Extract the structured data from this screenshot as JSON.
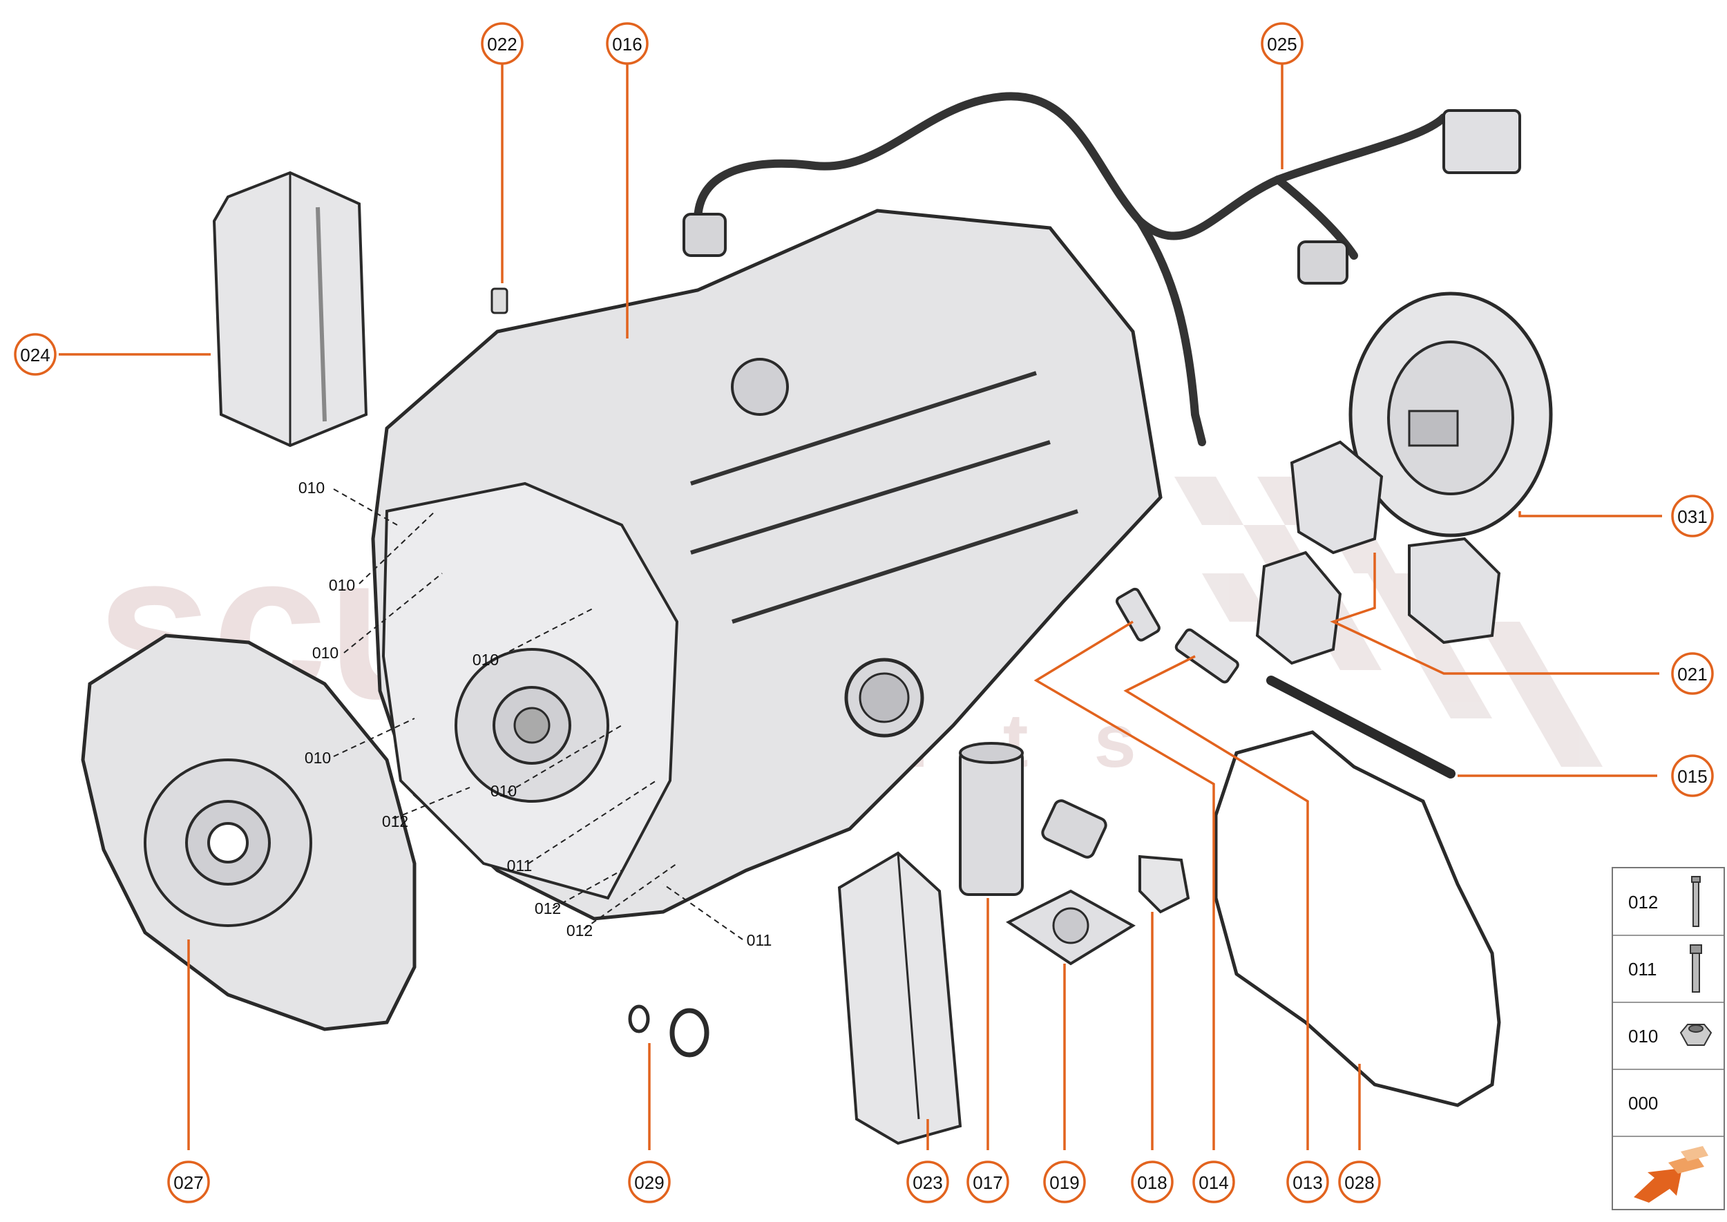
{
  "watermark": {
    "main": "scuderia",
    "sub": "car parts"
  },
  "callouts": [
    {
      "id": "022",
      "label": "022"
    },
    {
      "id": "016",
      "label": "016"
    },
    {
      "id": "025",
      "label": "025"
    },
    {
      "id": "024",
      "label": "024"
    },
    {
      "id": "031",
      "label": "031"
    },
    {
      "id": "021",
      "label": "021"
    },
    {
      "id": "015",
      "label": "015"
    },
    {
      "id": "027",
      "label": "027"
    },
    {
      "id": "029",
      "label": "029"
    },
    {
      "id": "023",
      "label": "023"
    },
    {
      "id": "017",
      "label": "017"
    },
    {
      "id": "019",
      "label": "019"
    },
    {
      "id": "018",
      "label": "018"
    },
    {
      "id": "014",
      "label": "014"
    },
    {
      "id": "013",
      "label": "013"
    },
    {
      "id": "028",
      "label": "028"
    }
  ],
  "bolt_labels": [
    "010",
    "010",
    "010",
    "010",
    "010",
    "010",
    "012",
    "011",
    "012",
    "012",
    "011"
  ],
  "legend": [
    {
      "code": "012",
      "icon": "long-bolt-icon"
    },
    {
      "code": "011",
      "icon": "short-bolt-icon"
    },
    {
      "code": "010",
      "icon": "nut-icon"
    },
    {
      "code": "000",
      "icon": ""
    },
    {
      "code": "",
      "icon": "direction-arrow-icon"
    }
  ],
  "colors": {
    "accent": "#e2631e",
    "part_fill": "#e6e6e8",
    "part_stroke": "#2a2a2a"
  }
}
